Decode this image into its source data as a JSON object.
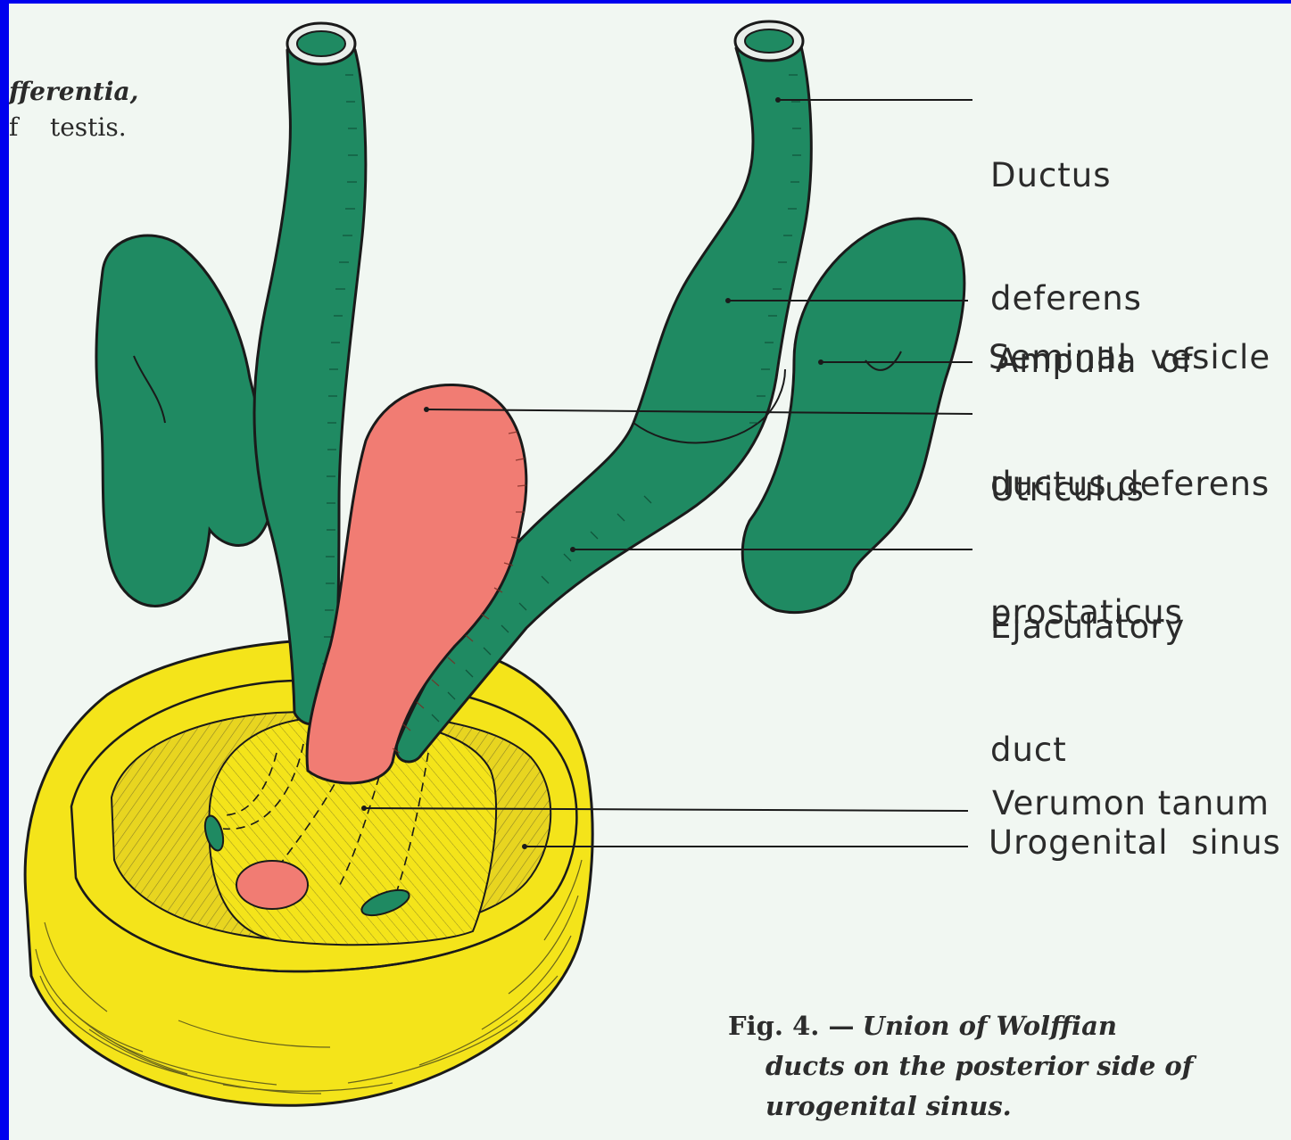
{
  "corner_text": {
    "line1": "fferentia,",
    "line2": "f    testis."
  },
  "labels": {
    "ductus_deferens": [
      "Ductus",
      "deferens"
    ],
    "ampulla": [
      "Ampulla  of",
      "ductus deferens"
    ],
    "seminal_vesicle": "Seminal  vesicle",
    "utriculus": [
      "Utriculus",
      "prostaticus"
    ],
    "ejaculatory_duct": [
      "Ejaculatory",
      "duct"
    ],
    "verumontanum": "Verumon tanum",
    "urogenital_sinus": "Urogenital  sinus"
  },
  "caption": {
    "fig_no": "Fig. 4. —",
    "line1": "Union of Wolffian",
    "line2": "ducts on the posterior side of",
    "line3": "urogenital sinus."
  },
  "colors": {
    "border": "#0000ee",
    "background": "#f1f7f2",
    "duct_green": "#1f8a62",
    "utriculus_pink": "#f17c73",
    "sinus_yellow": "#f4e41a",
    "ink": "#1a1a1a"
  }
}
